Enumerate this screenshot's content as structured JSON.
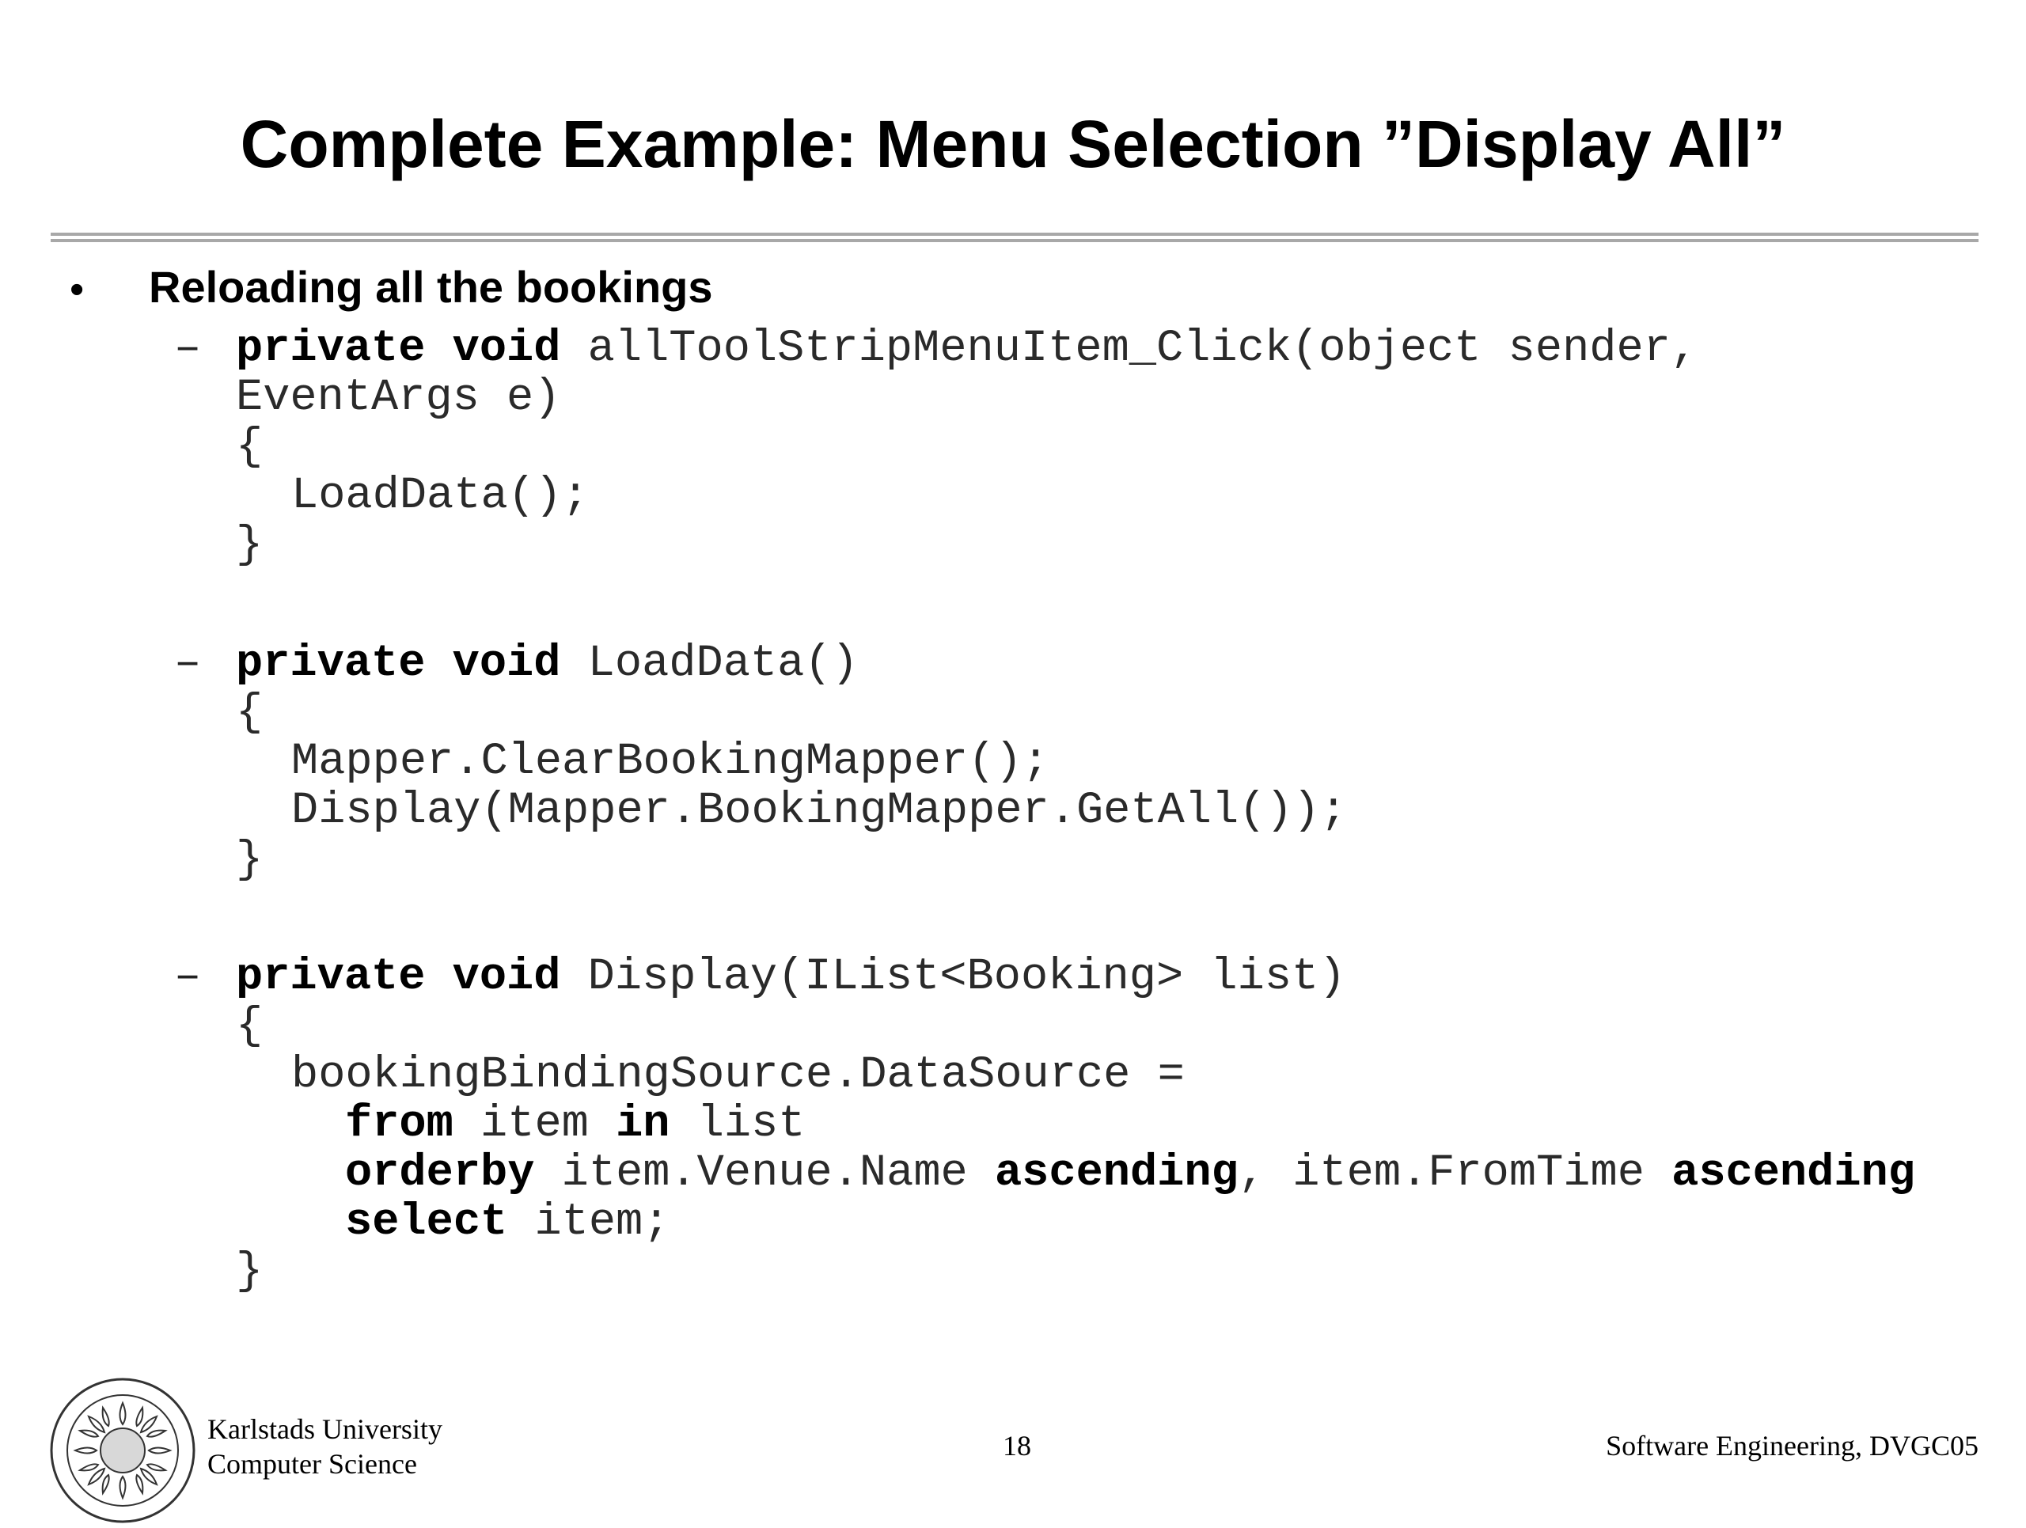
{
  "slide": {
    "title": "Complete Example: Menu Selection ”Display All”",
    "bullet": "Reloading all the bookings",
    "bullet_marker": "•",
    "dash_marker": "–"
  },
  "code": {
    "block1": {
      "l1_kw": "private void",
      "l1_rest": " allToolStripMenuItem_Click(object sender,",
      "l2": "EventArgs e)",
      "l3": "{",
      "l4": "LoadData();",
      "l5": "}"
    },
    "block2": {
      "l1_kw": "private void",
      "l1_rest": " LoadData()",
      "l2": "{",
      "l3": "Mapper.ClearBookingMapper();",
      "l4": "Display(Mapper.BookingMapper.GetAll());",
      "l5": "}"
    },
    "block3": {
      "l1_kw": "private void",
      "l1_rest": " Display(IList<Booking> list)",
      "l2": "{",
      "l3": "bookingBindingSource.DataSource =",
      "l4_kw1": "from",
      "l4_mid": " item ",
      "l4_kw2": "in",
      "l4_rest": " list",
      "l5_kw1": "orderby",
      "l5_mid": " item.Venue.Name ",
      "l5_kw2": "ascending",
      "l5_mid2": ", item.FromTime ",
      "l5_kw3": "ascending",
      "l6_kw": "select",
      "l6_rest": " item;",
      "l7": "}"
    }
  },
  "footer": {
    "university": "Karlstads University",
    "department": "Computer Science",
    "page_number": "18",
    "course": "Software Engineering, DVGC05",
    "logo_icon": "university-seal-icon"
  }
}
